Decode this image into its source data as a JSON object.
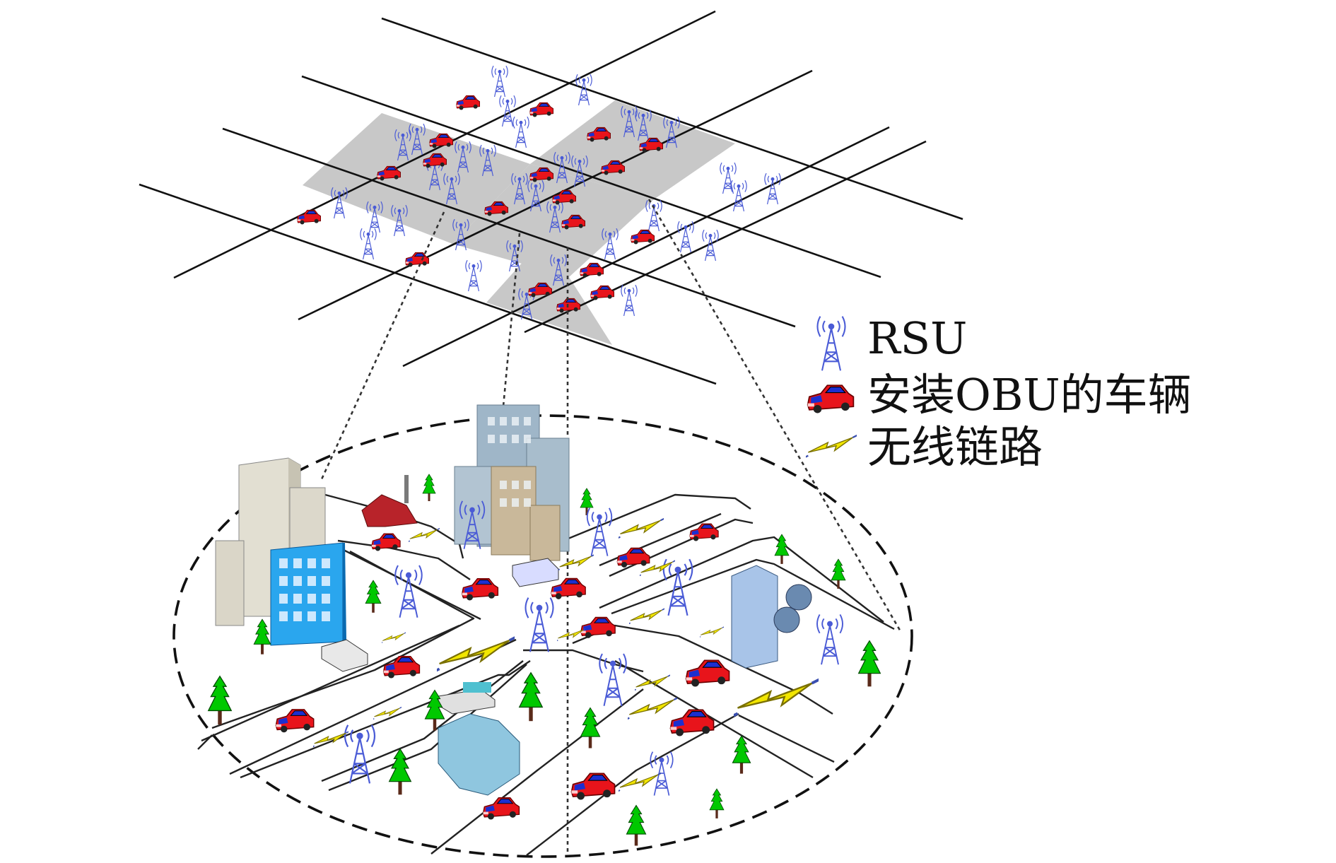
{
  "legend": {
    "rsu_label": "RSU",
    "vehicle_label": "安装OBU的车辆",
    "link_label": "无线链路"
  },
  "icons": {
    "rsu": "rsu-tower-icon",
    "vehicle": "red-car-icon",
    "link": "wireless-bolt-icon",
    "tree": "tree-icon",
    "building": "building-icon"
  },
  "colors": {
    "rsu": "#4a5bd6",
    "vehicle_body": "#e8141b",
    "vehicle_window": "#1c2fd0",
    "link": "#f2e600",
    "grid_highlight": "#c8c8c8",
    "tree": "#00c800",
    "road_line": "#111111"
  }
}
